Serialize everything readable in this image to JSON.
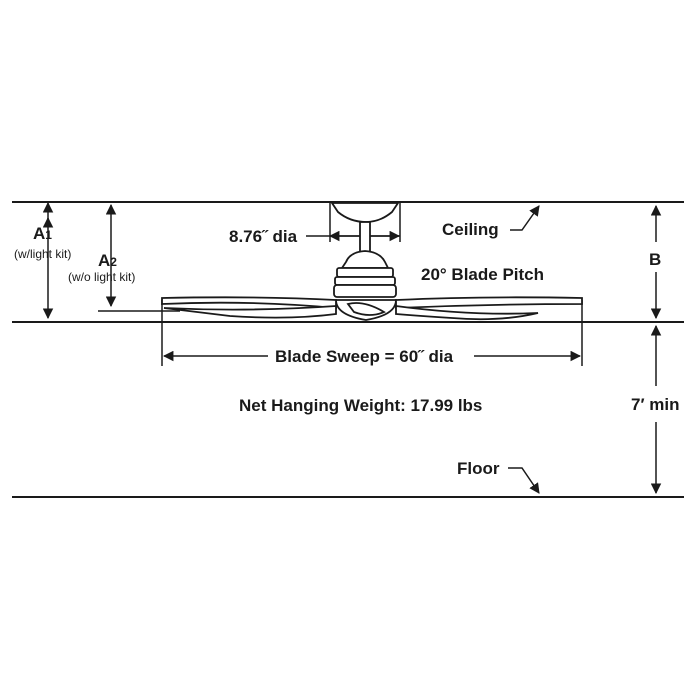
{
  "labels": {
    "a1_letter": "A",
    "a1_sub": "1",
    "a1_note": "(w/light kit)",
    "a2_letter": "A",
    "a2_sub": "2",
    "a2_note": "(w/o light kit)",
    "canopy_dia": "8.76˝ dia",
    "ceiling": "Ceiling",
    "blade_pitch": "20° Blade Pitch",
    "b": "B",
    "blade_sweep": "Blade Sweep = 60˝ dia",
    "net_weight": "Net Hanging Weight: 17.99 lbs",
    "min_height": "7′ min",
    "floor": "Floor"
  },
  "colors": {
    "line": "#1a1a1a",
    "background": "#ffffff"
  }
}
